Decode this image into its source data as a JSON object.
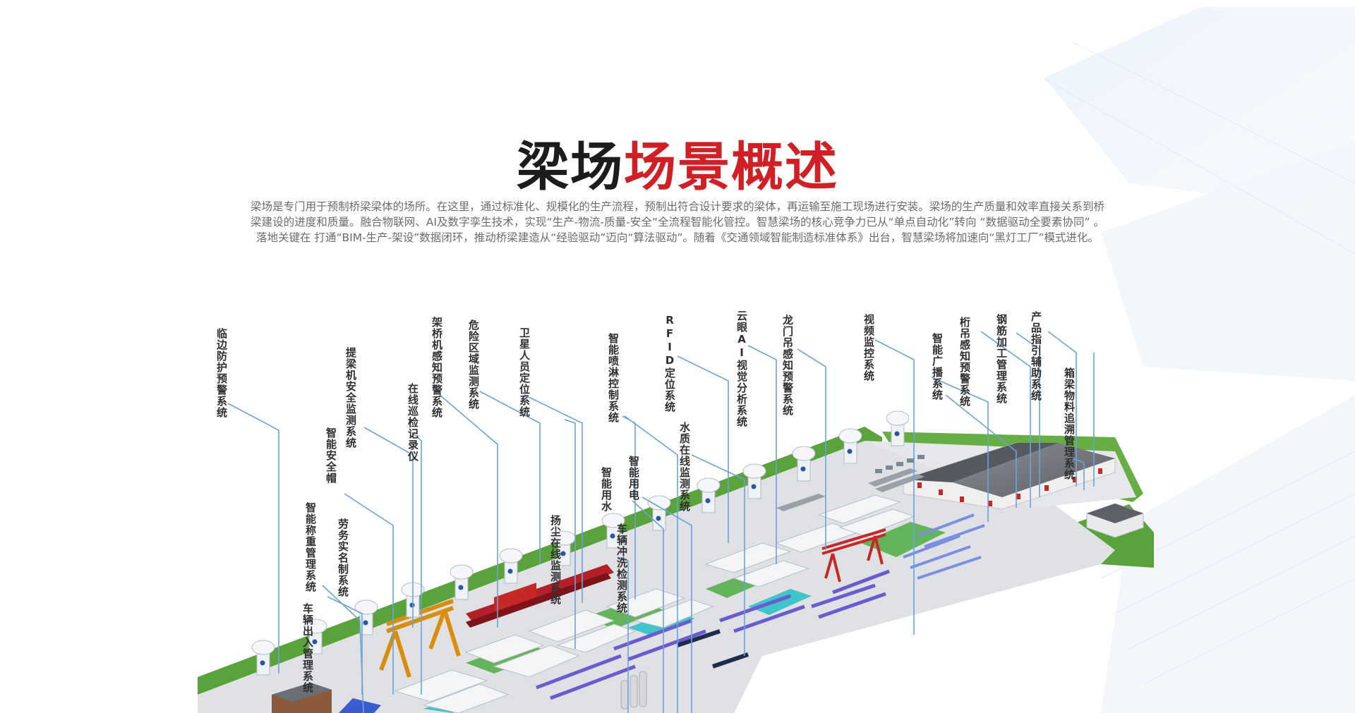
{
  "page": {
    "title_part1": "梁场",
    "title_part2": "场景概述",
    "description": "梁场是专门用于预制桥梁梁体的场所。在这里，通过标准化、规模化的生产流程，预制出符合设计要求的梁体，再运输至施工现场进行安装。梁场的生产质量和效率直接关系到桥梁建设的进度和质量。融合物联网、AI及数字孪生技术，实现“生产-物流-质量-安全”全流程智能化管控。智慧梁场的核心竞争力已从“单点自动化”转向 “数据驱动全要素协同” 。落地关键在 打通“BIM-生产-架设”数据闭环，推动桥梁建造从“经验驱动”迈向“算法驱动”。随着《交通领域智能制造标准体系》出台，智慧梁场将加速向“黑灯工厂”模式进化。"
  },
  "labels": [
    {
      "id": "linbian",
      "text": "临边防护预警系统"
    },
    {
      "id": "cheliang",
      "text": "车辆出入管理系统"
    },
    {
      "id": "chengzhong",
      "text": "智能称重管理系统"
    },
    {
      "id": "laowu",
      "text": "劳务实名制系统"
    },
    {
      "id": "anquanmao",
      "text": "智能安全帽"
    },
    {
      "id": "tiliangji",
      "text": "提梁机安全监测系统"
    },
    {
      "id": "xunjian",
      "text": "在线巡检记录仪"
    },
    {
      "id": "jiaqiaoji",
      "text": "架桥机感知预警系统"
    },
    {
      "id": "weixian",
      "text": "危险区域监测系统"
    },
    {
      "id": "weixing",
      "text": "卫星人员定位系统"
    },
    {
      "id": "yangchen",
      "text": "扬尘在线监测系统"
    },
    {
      "id": "penlin",
      "text": "智能喷淋控制系统"
    },
    {
      "id": "yongshui",
      "text": "智能用水"
    },
    {
      "id": "yongdian",
      "text": "智能用电"
    },
    {
      "id": "chongxi",
      "text": "车辆冲洗检测系统"
    },
    {
      "id": "rfid",
      "text": "RFID定位系统"
    },
    {
      "id": "shuizhi",
      "text": "水质在线监测系统"
    },
    {
      "id": "yunyan",
      "text": "云眼AI视觉分析系统"
    },
    {
      "id": "longmen",
      "text": "龙门吊感知预警系统"
    },
    {
      "id": "shipin",
      "text": "视频监控系统"
    },
    {
      "id": "guangbo",
      "text": "智能广播系统"
    },
    {
      "id": "hangdiao",
      "text": "桁吊感知预警系统"
    },
    {
      "id": "gangjin",
      "text": "钢筋加工管理系统"
    },
    {
      "id": "chanpin",
      "text": "产品指引辅助系统"
    },
    {
      "id": "xiangliang",
      "text": "箱梁物料追溯管理系统"
    }
  ],
  "colors": {
    "title_dark": "#1c1c1c",
    "title_red": "#d11f26",
    "leader_line": "#6aa3dd",
    "grass": "#5aa23c",
    "gantry_red": "#c62828",
    "gantry_yellow": "#e8a21a"
  }
}
